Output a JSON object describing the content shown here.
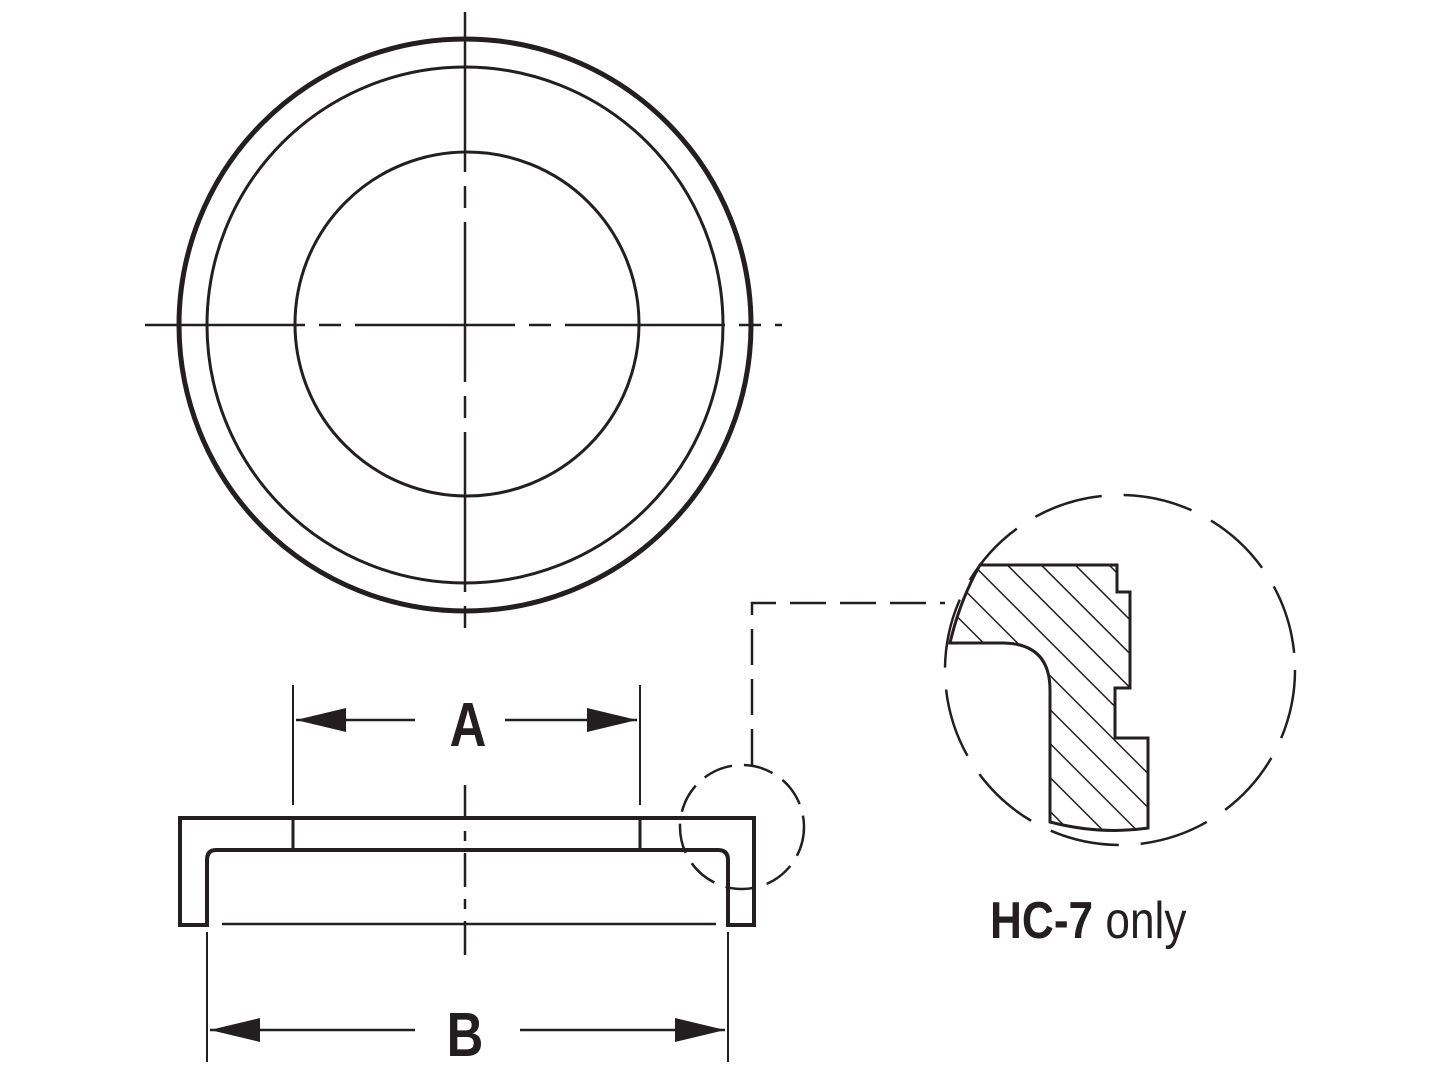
{
  "diagram": {
    "dimension_a_label": "A",
    "dimension_b_label": "B",
    "detail_caption_bold": "HC-7",
    "detail_caption_rest": " only",
    "line_color": "#231f20"
  }
}
